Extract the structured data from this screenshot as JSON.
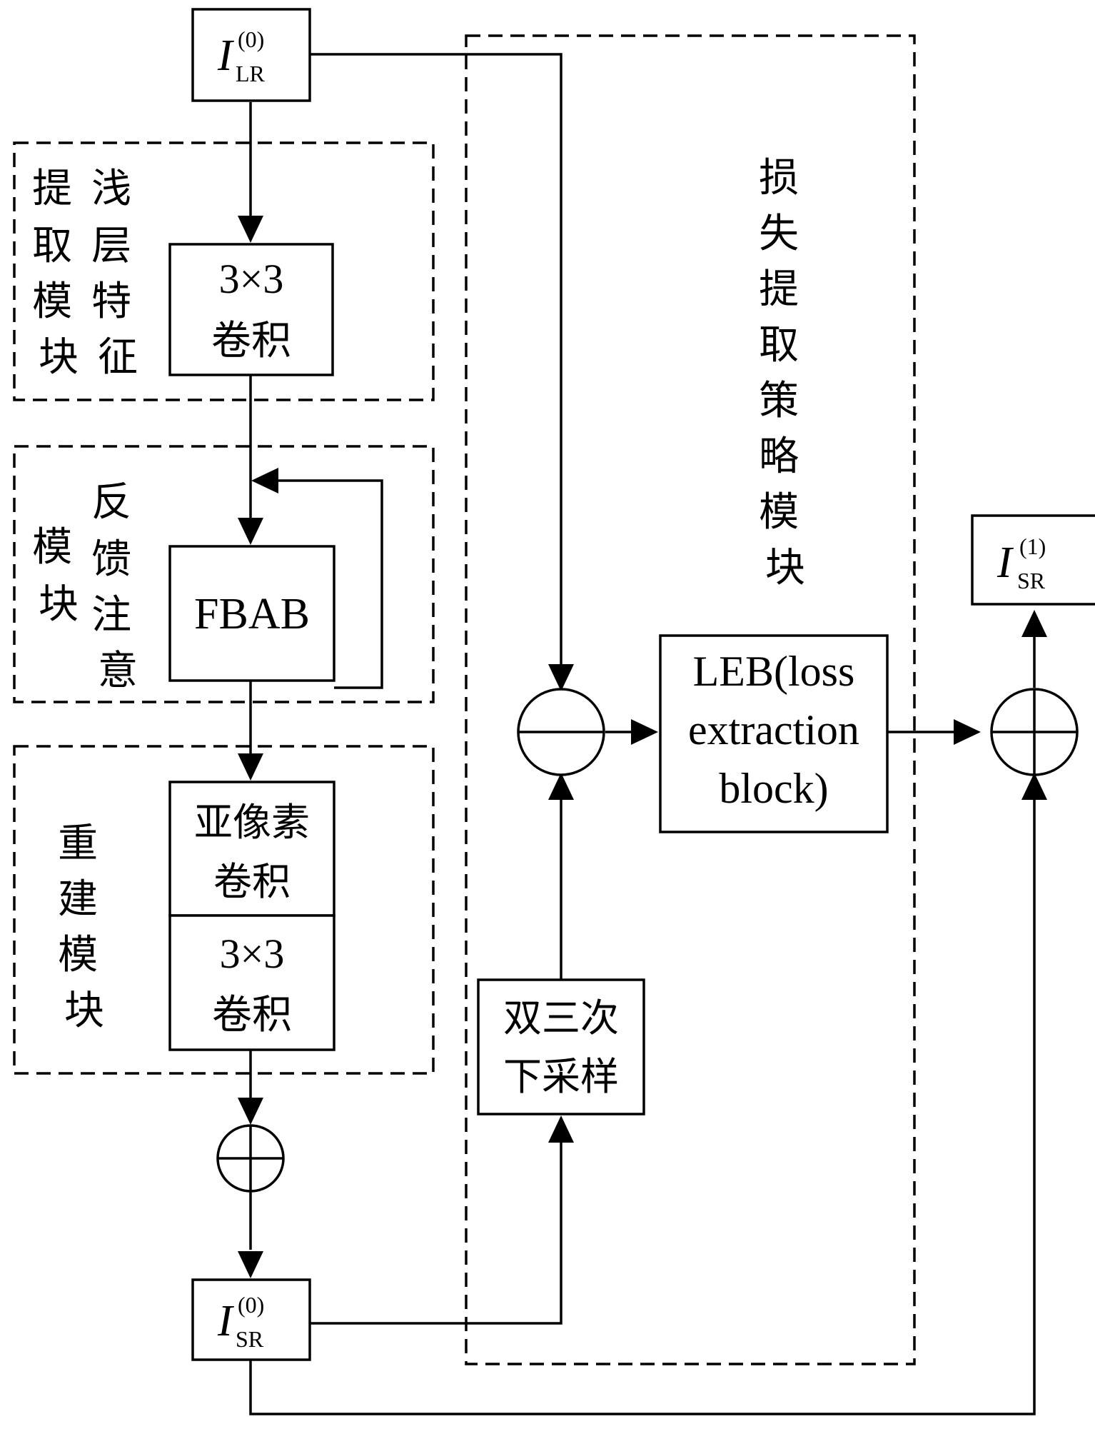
{
  "input_lr": {
    "symbol": "I",
    "sup": "(0)",
    "sub": "LR"
  },
  "output_sr0": {
    "symbol": "I",
    "sup": "(0)",
    "sub": "SR"
  },
  "output_sr1": {
    "symbol": "I",
    "sup": "(1)",
    "sub": "SR"
  },
  "shallow_module": {
    "label_col1": [
      "提",
      "取",
      "模",
      "块"
    ],
    "label_col2": [
      "浅",
      "层",
      "特",
      "征"
    ],
    "conv_line1": "3×3",
    "conv_line2": "卷积"
  },
  "feedback_module": {
    "label_col1": [
      "模",
      "块"
    ],
    "label_col2": [
      "反",
      "馈",
      "注",
      "意"
    ],
    "block": "FBAB"
  },
  "recon_module": {
    "label": [
      "重",
      "建",
      "模",
      "块"
    ],
    "subpixel_line1": "亚像素",
    "subpixel_line2": "卷积",
    "conv_line1": "3×3",
    "conv_line2": "卷积"
  },
  "loss_module": {
    "label": [
      "损",
      "失",
      "提",
      "取",
      "策",
      "略",
      "模",
      "块"
    ],
    "downsample_line1": "双三次",
    "downsample_line2": "下采样",
    "leb_line1": "LEB(loss",
    "leb_line2": "extraction",
    "leb_line3": "block)"
  }
}
